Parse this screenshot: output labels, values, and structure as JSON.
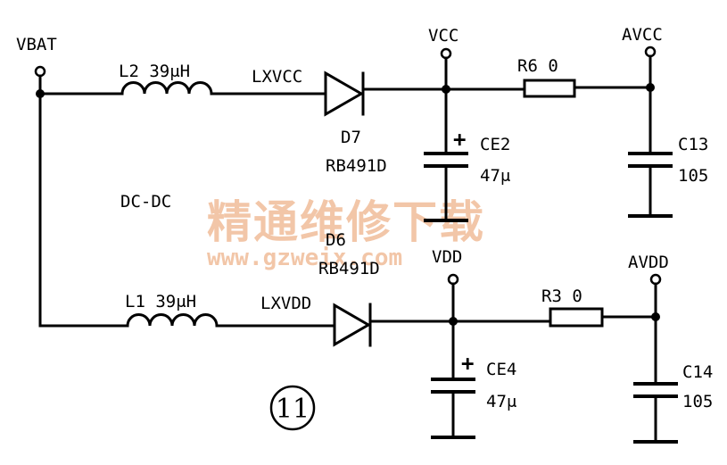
{
  "labels": {
    "vbat": "VBAT",
    "l2": "L2 39μH",
    "lxvcc": "LXVCC",
    "vcc": "VCC",
    "r6": "R6  0",
    "avcc": "AVCC",
    "d7": "D7",
    "d7_part": "RB491D",
    "ce2": "CE2",
    "ce2_val": "47μ",
    "c13": "C13",
    "c13_val": "105",
    "dcdc": "DC-DC",
    "d6": "D6",
    "d6_part": "RB491D",
    "vdd": "VDD",
    "avdd": "AVDD",
    "r3": "R3  0",
    "l1": "L1 39μH",
    "lxvdd": "LXVDD",
    "ce4": "CE4",
    "ce4_val": "47μ",
    "c14": "C14",
    "c14_val": "105",
    "figure_number": "11",
    "plus_ce2": "+",
    "plus_ce4": "+"
  },
  "watermark": {
    "chinese": "精通维修下载",
    "url": "www.gzweix.com"
  },
  "colors": {
    "ink": "#000000",
    "background": "#ffffff",
    "watermark": "#f2c6a8"
  }
}
